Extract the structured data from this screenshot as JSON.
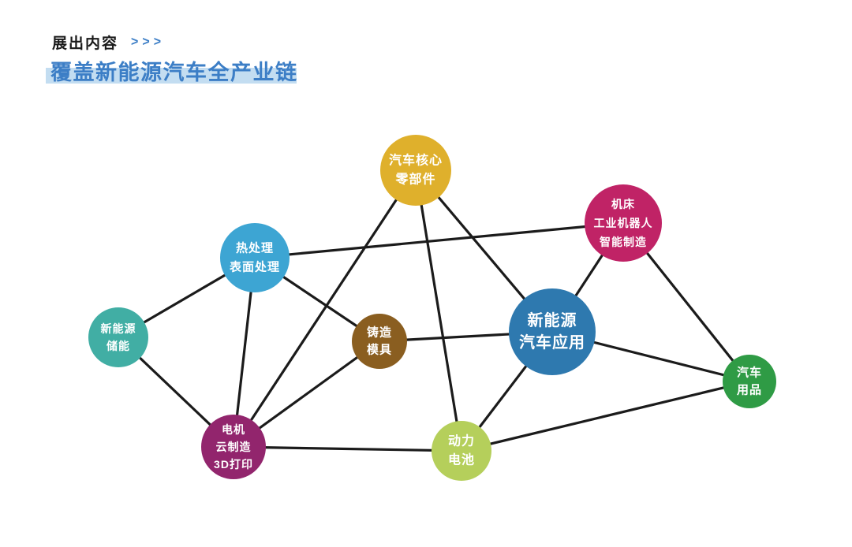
{
  "theme": {
    "accent_blue": "#3c7ec6",
    "highlight_blue": "#c3ddf1",
    "line_color": "#1b1b1b",
    "node_text": "#ffffff",
    "eyebrow_color": "#1a1a1a",
    "background": "#ffffff"
  },
  "header": {
    "eyebrow": "展出内容",
    "arrows": ">>>",
    "title": "覆盖新能源汽车全产业链"
  },
  "diagram": {
    "description": "Network diagram of the new energy vehicle full industry chain",
    "nodes": [
      {
        "id": "auto-core-parts",
        "lines": [
          "汽车核心",
          "零部件"
        ],
        "color": "#dfb02c"
      },
      {
        "id": "machine-robots",
        "lines": [
          "机床",
          "工业机器人",
          "智能制造"
        ],
        "color": "#c02366"
      },
      {
        "id": "heat-surface",
        "lines": [
          "热处理",
          "表面处理"
        ],
        "color": "#3da5d3"
      },
      {
        "id": "energy-storage",
        "lines": [
          "新能源",
          "储能"
        ],
        "color": "#41aea4"
      },
      {
        "id": "casting-molds",
        "lines": [
          "铸造",
          "模具"
        ],
        "color": "#8a5e20"
      },
      {
        "id": "nev-application",
        "lines": [
          "新能源",
          "汽车应用"
        ],
        "color": "#2e79af"
      },
      {
        "id": "auto-supplies",
        "lines": [
          "汽车",
          "用品"
        ],
        "color": "#2f9b45"
      },
      {
        "id": "motor-cloud-3d",
        "lines": [
          "电机",
          "云制造",
          "3D打印"
        ],
        "color": "#92256d"
      },
      {
        "id": "power-battery",
        "lines": [
          "动力",
          "电池"
        ],
        "color": "#b5cf5b"
      }
    ],
    "edges": [
      [
        "auto-core-parts",
        "motor-cloud-3d"
      ],
      [
        "auto-core-parts",
        "power-battery"
      ],
      [
        "auto-core-parts",
        "nev-application"
      ],
      [
        "heat-surface",
        "energy-storage"
      ],
      [
        "heat-surface",
        "motor-cloud-3d"
      ],
      [
        "heat-surface",
        "casting-molds"
      ],
      [
        "heat-surface",
        "machine-robots"
      ],
      [
        "energy-storage",
        "motor-cloud-3d"
      ],
      [
        "motor-cloud-3d",
        "casting-molds"
      ],
      [
        "motor-cloud-3d",
        "power-battery"
      ],
      [
        "casting-molds",
        "nev-application"
      ],
      [
        "machine-robots",
        "nev-application"
      ],
      [
        "machine-robots",
        "auto-supplies"
      ],
      [
        "nev-application",
        "auto-supplies"
      ],
      [
        "nev-application",
        "power-battery"
      ],
      [
        "power-battery",
        "auto-supplies"
      ]
    ]
  }
}
